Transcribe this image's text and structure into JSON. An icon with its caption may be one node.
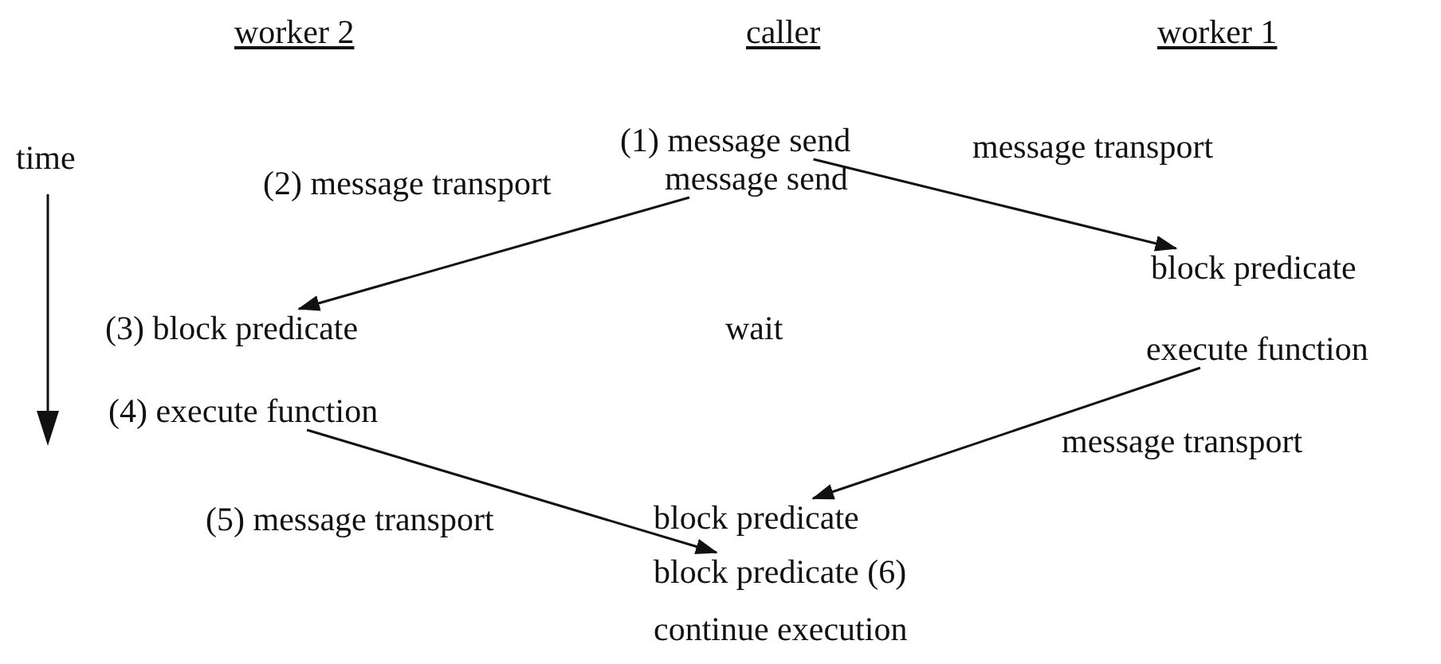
{
  "diagram": {
    "nodes": [
      {
        "text": [
          "(1) message send"
        ]
      },
      {
        "text": [
          "message send"
        ]
      },
      {
        "text": [
          "block predicate"
        ]
      },
      {
        "text": [
          "(3) block predicate"
        ]
      },
      {
        "text": [
          "execute function"
        ]
      },
      {
        "text": [
          "(4) execute function"
        ]
      },
      {
        "text": [
          "block predicate"
        ]
      },
      {
        "text": [
          "block predicate (6)"
        ]
      }
    ],
    "edges": [
      {
        "from": 0,
        "to": 2,
        "arrow": "to",
        "label": "message transport"
      },
      {
        "from": 1,
        "to": 3,
        "arrow": "to",
        "label": "(2) message transport"
      },
      {
        "from": 4,
        "to": 6,
        "arrow": "to",
        "label": "message transport"
      },
      {
        "from": 5,
        "to": 7,
        "arrow": "to",
        "label": "(5) message transport"
      }
    ],
    "labels": [
      "worker 2",
      "caller",
      "worker 1",
      "time",
      "wait",
      "continue execution"
    ]
  }
}
